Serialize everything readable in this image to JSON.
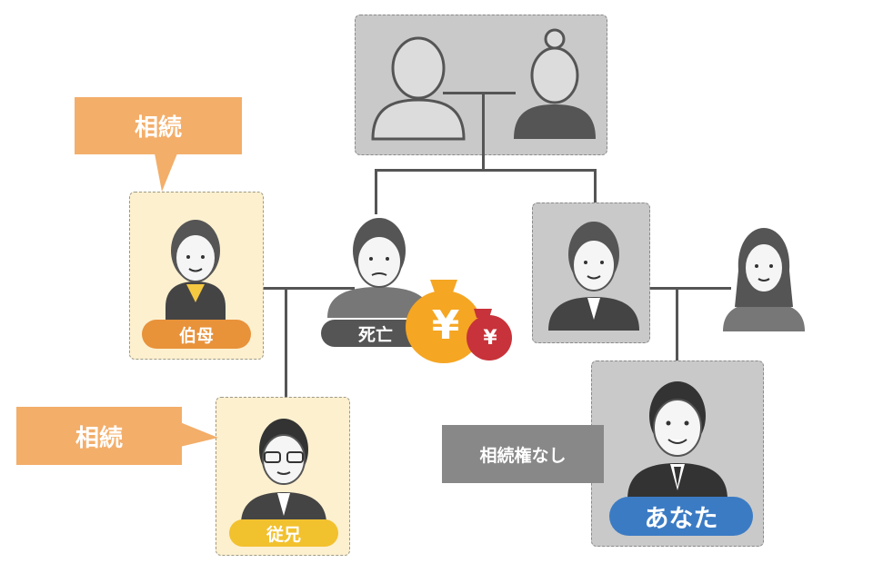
{
  "labels": {
    "aunt": "伯母",
    "deceased": "死亡",
    "cousin": "従兄",
    "you": "あなた",
    "inherit_aunt": "相続",
    "inherit_cousin": "相続",
    "no_inherit": "相続権なし",
    "yen_big": "¥",
    "yen_small": "¥"
  },
  "colors": {
    "aunt_pill": "#e8923a",
    "deceased_pill": "#555555",
    "cousin_pill": "#f2c12e",
    "you_pill": "#3b7bc4",
    "callout": "#f3ae6a",
    "no_inherit_box": "#888888",
    "money_bag": "#f5a623",
    "small_bag": "#c8323a"
  },
  "icons": [
    "grandfather-silhouette-icon",
    "grandmother-silhouette-icon",
    "aunt-avatar-icon",
    "deceased-avatar-icon",
    "father-avatar-icon",
    "mother-avatar-icon",
    "cousin-avatar-icon",
    "you-avatar-icon",
    "money-bag-icon"
  ]
}
